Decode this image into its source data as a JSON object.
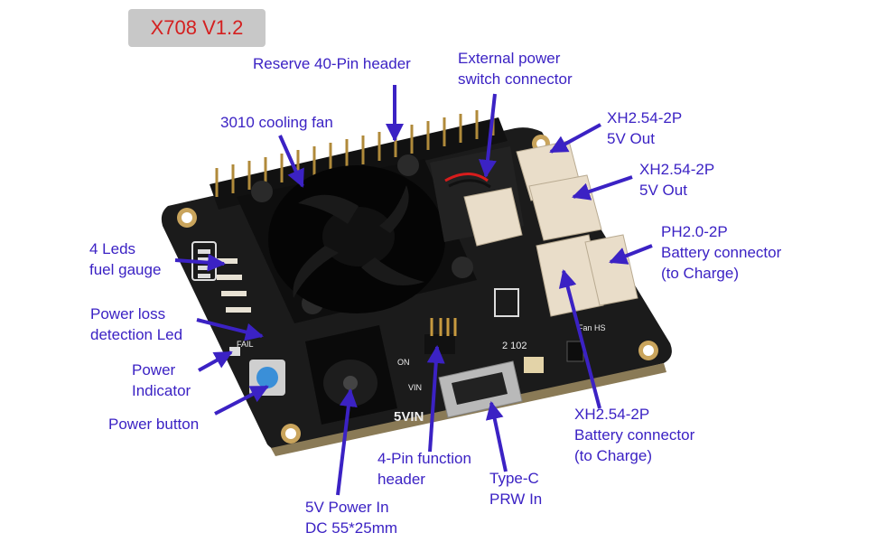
{
  "title": "X708 V1.2",
  "colors": {
    "annotation": "#3b22c4",
    "title_text": "#d42020",
    "title_badge": "#c8c8c8",
    "pcb": "#1b1b1b",
    "fan": "#0e0e0e",
    "connector": "#e9ddc9",
    "button": "#3a8fd8"
  },
  "labels": {
    "reserve_header": [
      "Reserve 40-Pin header"
    ],
    "ext_power_switch": [
      "External power",
      "switch connector"
    ],
    "cooling_fan": [
      "3010 cooling fan"
    ],
    "xh_out_1": [
      "XH2.54-2P",
      "5V Out"
    ],
    "xh_out_2": [
      "XH2.54-2P",
      "5V Out"
    ],
    "ph_battery": [
      "PH2.0-2P",
      "Battery connector",
      "(to Charge)"
    ],
    "xh_battery": [
      "XH2.54-2P",
      "Battery connector",
      "(to Charge)"
    ],
    "leds_gauge": [
      "4 Leds",
      "fuel gauge"
    ],
    "power_loss_led": [
      "Power loss",
      "detection Led"
    ],
    "power_indicator": [
      "Power",
      "Indicator"
    ],
    "power_button": [
      "Power button"
    ],
    "function_header": [
      "4-Pin function",
      "header"
    ],
    "type_c": [
      "Type-C",
      "PRW In"
    ],
    "dc_power": [
      "5V Power In",
      "DC  55*25mm"
    ]
  },
  "silkscreen": {
    "fail": "FAIL",
    "on": "ON",
    "vin": "VIN",
    "five_vin": "5VIN",
    "fan_hs": "Fan HS",
    "board_code": "2 102"
  }
}
